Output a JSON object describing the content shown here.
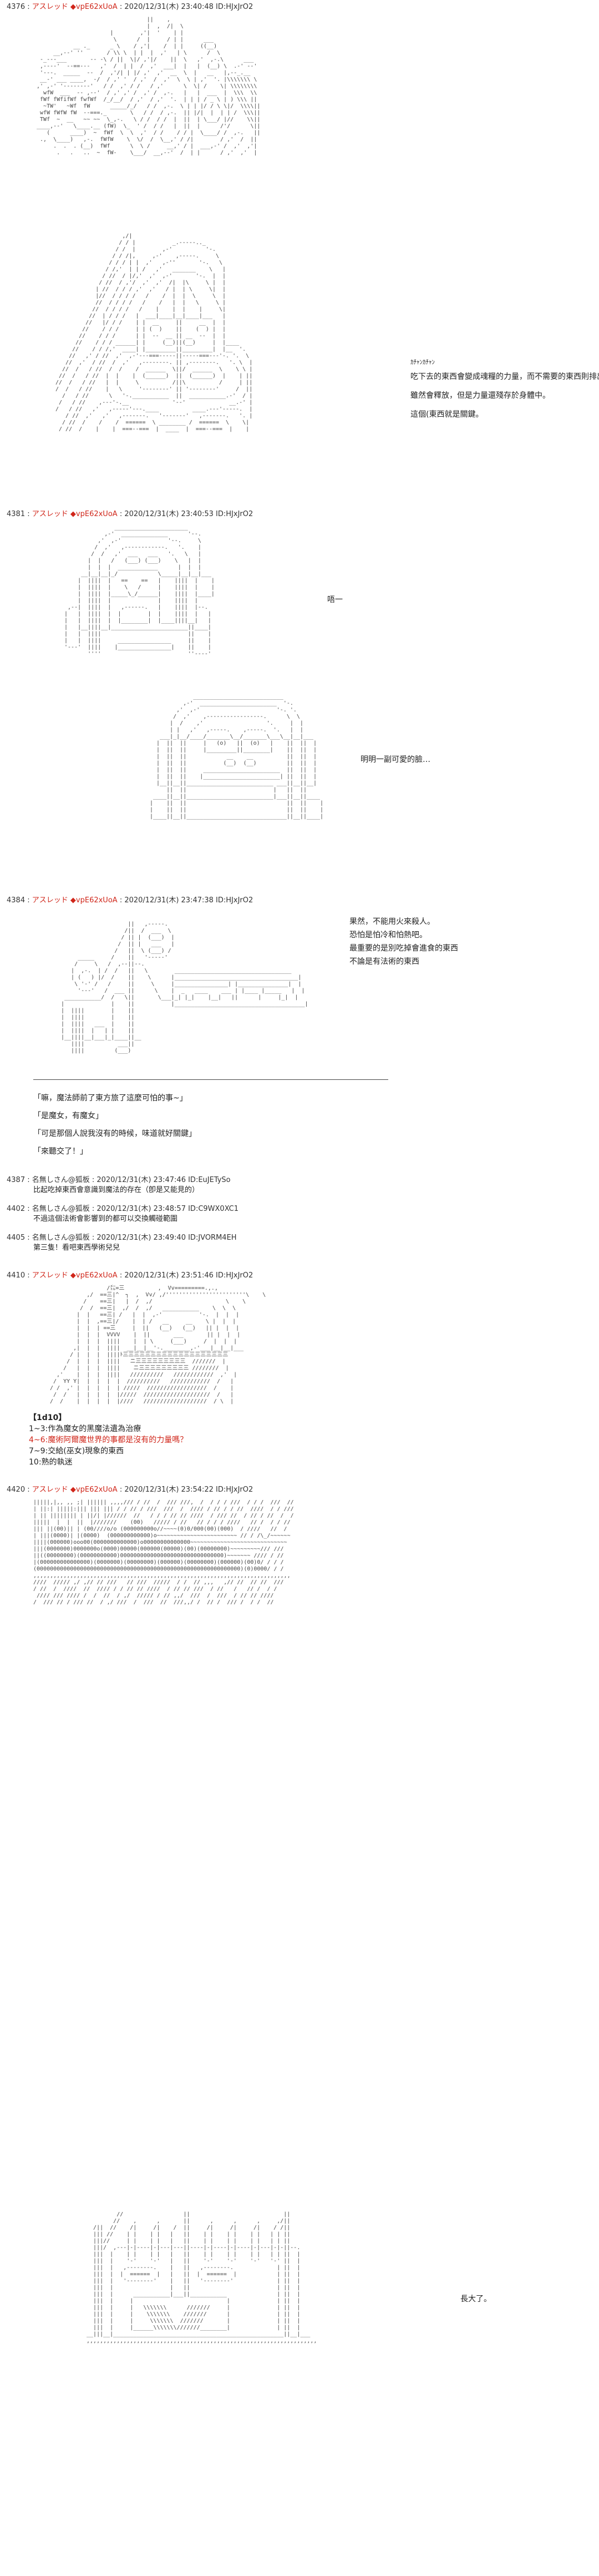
{
  "posts": {
    "p4376": {
      "no": "4376 :",
      "name": "アスレッド",
      "trip": "◆vpE62xUoA",
      "meta": ": 2020/12/31(木) 23:40:48 ID:HJxJrO2"
    },
    "p4381": {
      "no": "4381 :",
      "name": "アスレッド",
      "trip": "◆vpE62xUoA",
      "meta": ": 2020/12/31(木) 23:40:53 ID:HJxJrO2"
    },
    "p4384": {
      "no": "4384 :",
      "name": "アスレッド",
      "trip": "◆vpE62xUoA",
      "meta": ": 2020/12/31(木) 23:47:38 ID:HJxJrO2"
    },
    "p4410": {
      "no": "4410 :",
      "name": "アスレッド",
      "trip": "◆vpE62xUoA",
      "meta": ": 2020/12/31(木) 23:51:46 ID:HJxJrO2"
    },
    "p4420": {
      "no": "4420 :",
      "name": "アスレッド",
      "trip": "◆vpE62xUoA",
      "meta": ": 2020/12/31(木) 23:54:22 ID:HJxJrO2"
    }
  },
  "dialogs": {
    "d1_1": "吃下去的東西會變成魂糧的力量，而不需要的東西則排出體外。",
    "d1_2": "雖然會釋放，但是力量還殘存於身體中。",
    "d1_3": "這個(東西就是關鍵。",
    "d1_sfx": "ｶﾁｬﾝｶﾁｬﾝ",
    "d2_1": "唔一",
    "d3_1": "明明一副可愛的臉…",
    "d4_1": "果然，不能用火來殺人。",
    "d4_2": "恐怕是怕冷和怕熱吧。",
    "d4_3": "最重要的是別吃掉會進食的東西",
    "d4_4": "不論是有法術的東西",
    "d5_1": "長大了。"
  },
  "narration": {
    "n1": "「嘛，魔法師前了東方旅了這麼可怕的事~」",
    "n2": "「是魔女，有魔女」",
    "n3": "「可是那個人說我沒有的時候，味道就好關鍵」",
    "n4": "「來聽交了！」"
  },
  "replies": {
    "r4387_head": "4387 : 名無しさん@狐板 : 2020/12/31(木) 23:47:46 ID:EuJETySo",
    "r4387_body": "比起吃掉東西會意識到魔法的存在（卽是又能見的）",
    "r4402_head": "4402 : 名無しさん@狐板 : 2020/12/31(木) 23:48:57 ID:C9WX0XC1",
    "r4402_body": "不過這個法術會影響到的都可以交換觸碰範圍",
    "r4405_head": "4405 : 名無しさん@狐板 : 2020/12/31(木) 23:49:40 ID:JVORM4EH",
    "r4405_body": "第三隻！看吧東西學術兒兒"
  },
  "choices": {
    "title": "【1d10】",
    "c1": "1~3:作為魔女的黑魔法遺為治療",
    "c2": "4~6:魔術阿爾魔世界的事都是沒有的力量嗎？",
    "c3": "7~9:交給(巫女)現象的東西",
    "c4": "10:熟的執迷"
  },
  "colors": {
    "accent_red": "#d0261a",
    "text": "#222222",
    "aa": "#444444"
  }
}
